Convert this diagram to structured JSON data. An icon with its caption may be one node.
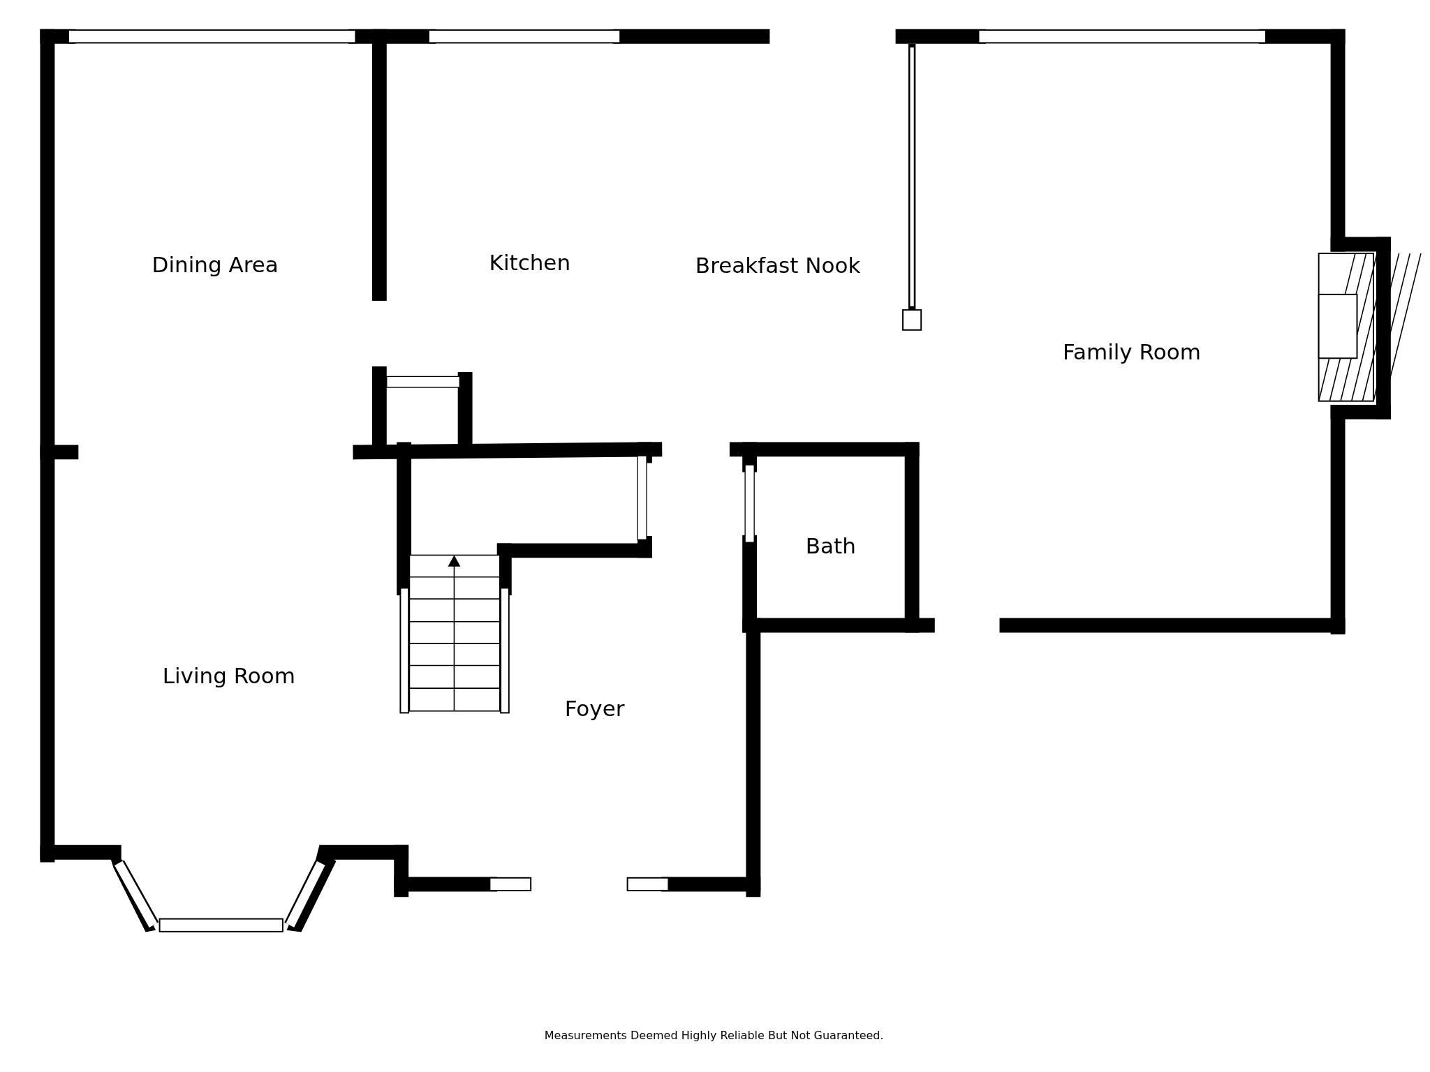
{
  "diagram": {
    "labels": [
      "Dining Area",
      "Kitchen",
      "Breakfast Nook",
      "Family Room",
      "Bath",
      "Living Room",
      "Foyer",
      "Measurements Deemed Highly Reliable But Not Guaranteed."
    ]
  }
}
